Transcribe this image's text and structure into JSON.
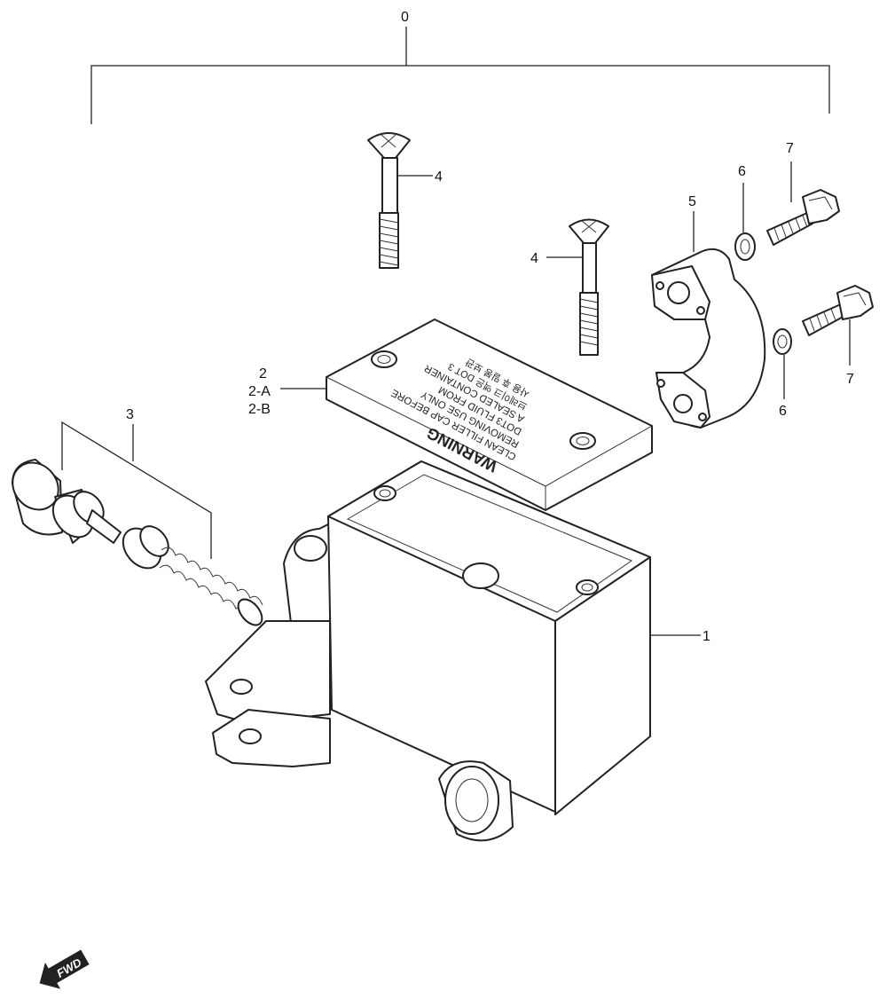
{
  "callouts": {
    "assembly": "0",
    "body": "1",
    "cap": "2",
    "cap_a": "2-A",
    "cap_b": "2-B",
    "piston": "3",
    "screw_upper": "4",
    "screw_lower": "4",
    "holder": "5",
    "washer_upper": "6",
    "washer_lower": "6",
    "bolt_upper": "7",
    "bolt_lower": "7"
  },
  "cap_label": {
    "heading": "WARNING",
    "lines": [
      "CLEAN FILLER CAP BEFORE",
      "REMOVING USE ONLY",
      "DOT3 FLUID FROM",
      "A SEALED CONTAINER",
      "브레이크 액은 DOT 3",
      "사용 후 밀봉 보관"
    ]
  },
  "direction_badge": "FWD"
}
